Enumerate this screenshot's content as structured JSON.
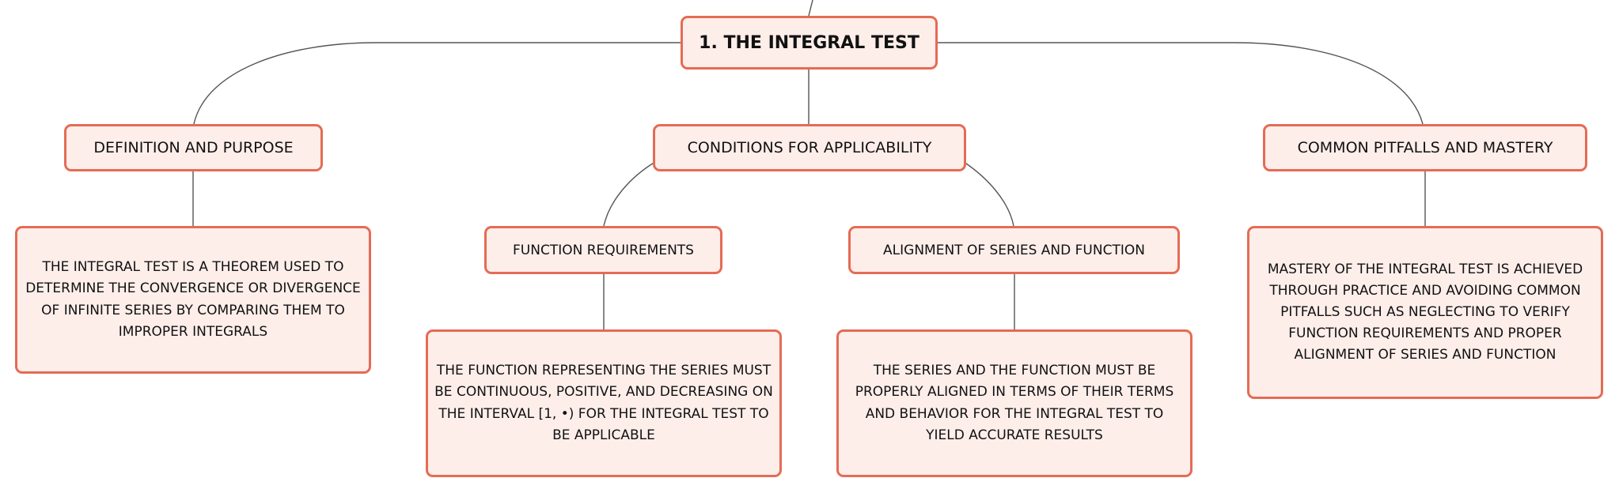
{
  "diagram": {
    "root": {
      "label": "1. THE INTEGRAL TEST"
    },
    "branches": {
      "definition": {
        "label": "DEFINITION AND PURPOSE",
        "detail": "THE INTEGRAL TEST IS A THEOREM USED TO DETERMINE THE CONVERGENCE OR DIVERGENCE OF INFINITE SERIES BY COMPARING THEM TO IMPROPER INTEGRALS"
      },
      "conditions": {
        "label": "CONDITIONS FOR APPLICABILITY",
        "children": {
          "function": {
            "label": "FUNCTION REQUIREMENTS",
            "detail": "THE FUNCTION REPRESENTING THE SERIES MUST BE CONTINUOUS, POSITIVE, AND DECREASING ON THE INTERVAL [1, •) FOR THE INTEGRAL TEST TO BE APPLICABLE"
          },
          "alignment": {
            "label": "ALIGNMENT OF SERIES AND FUNCTION",
            "detail": "THE SERIES AND THE FUNCTION MUST BE PROPERLY ALIGNED IN TERMS OF THEIR TERMS AND BEHAVIOR FOR THE INTEGRAL TEST TO YIELD ACCURATE RESULTS"
          }
        }
      },
      "pitfalls": {
        "label": "COMMON PITFALLS AND MASTERY",
        "detail": "MASTERY OF THE INTEGRAL TEST IS ACHIEVED THROUGH PRACTICE AND AVOIDING COMMON PITFALLS SUCH AS NEGLECTING TO VERIFY FUNCTION REQUIREMENTS AND PROPER ALIGNMENT OF SERIES AND FUNCTION"
      }
    }
  },
  "colors": {
    "node_fill": "#fdeeea",
    "node_border": "#e56b55",
    "connector": "#555555",
    "text": "#111111"
  }
}
